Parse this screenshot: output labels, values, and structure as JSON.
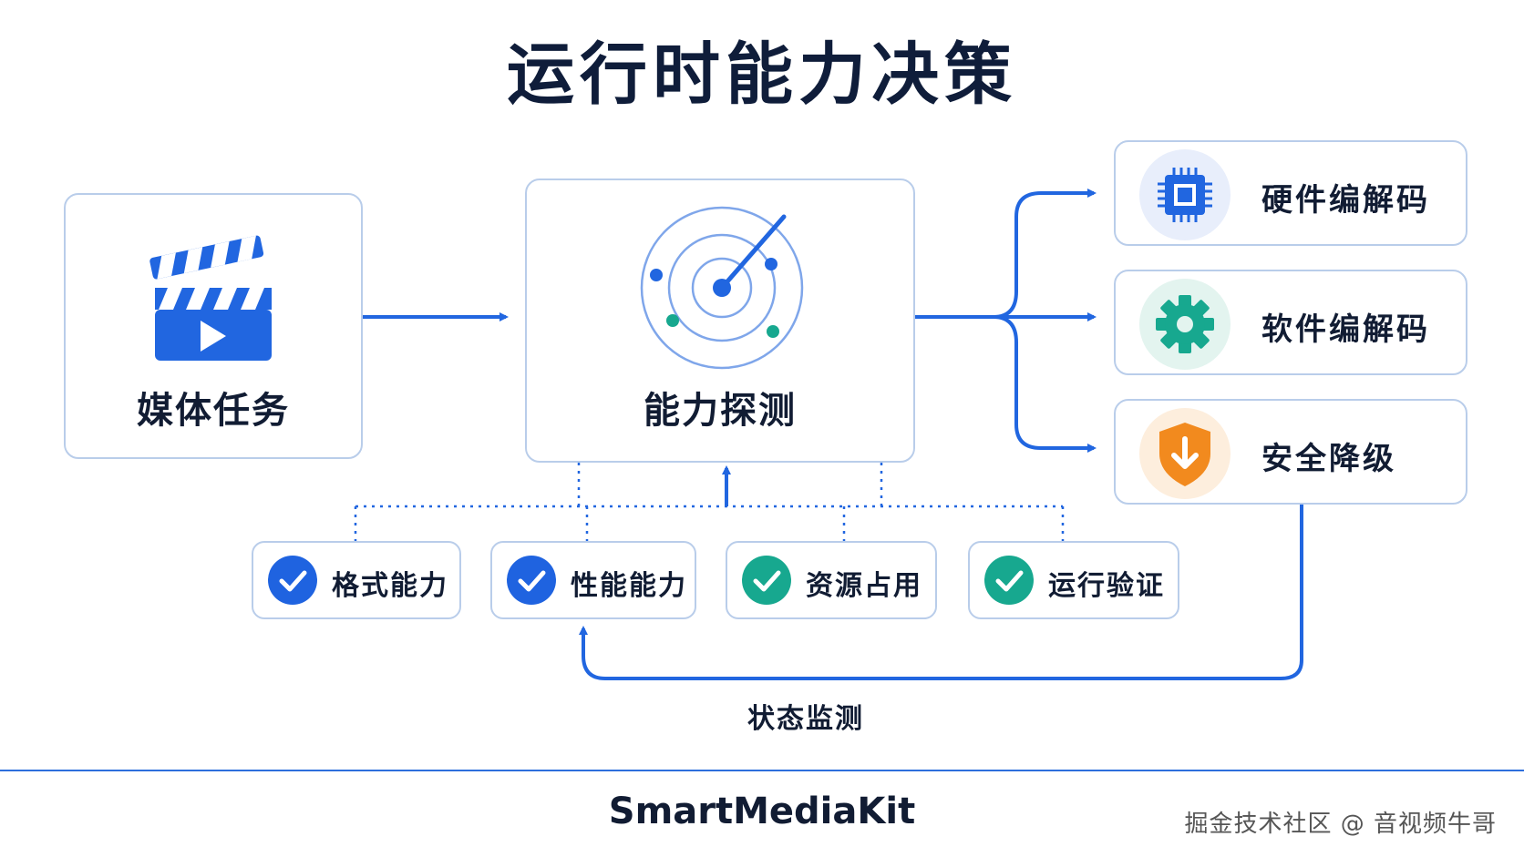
{
  "title": "运行时能力决策",
  "nodes": {
    "media_task": "媒体任务",
    "capability_probe": "能力探测"
  },
  "outputs": [
    {
      "label": "硬件编解码",
      "icon": "cpu-chip-icon"
    },
    {
      "label": "软件编解码",
      "icon": "gear-icon"
    },
    {
      "label": "安全降级",
      "icon": "shield-download-icon"
    }
  ],
  "checks": [
    {
      "label": "格式能力",
      "color": "#1f63e0"
    },
    {
      "label": "性能能力",
      "color": "#1f63e0"
    },
    {
      "label": "资源占用",
      "color": "#17a88f"
    },
    {
      "label": "运行验证",
      "color": "#17a88f"
    }
  ],
  "loop_label": "状态监测",
  "brand": "SmartMediaKit",
  "watermark": "掘金技术社区 @ 音视频牛哥",
  "colors": {
    "accent": "#2166e0",
    "teal": "#17a88f",
    "orange": "#f28a1e",
    "border": "#b9cdea"
  }
}
